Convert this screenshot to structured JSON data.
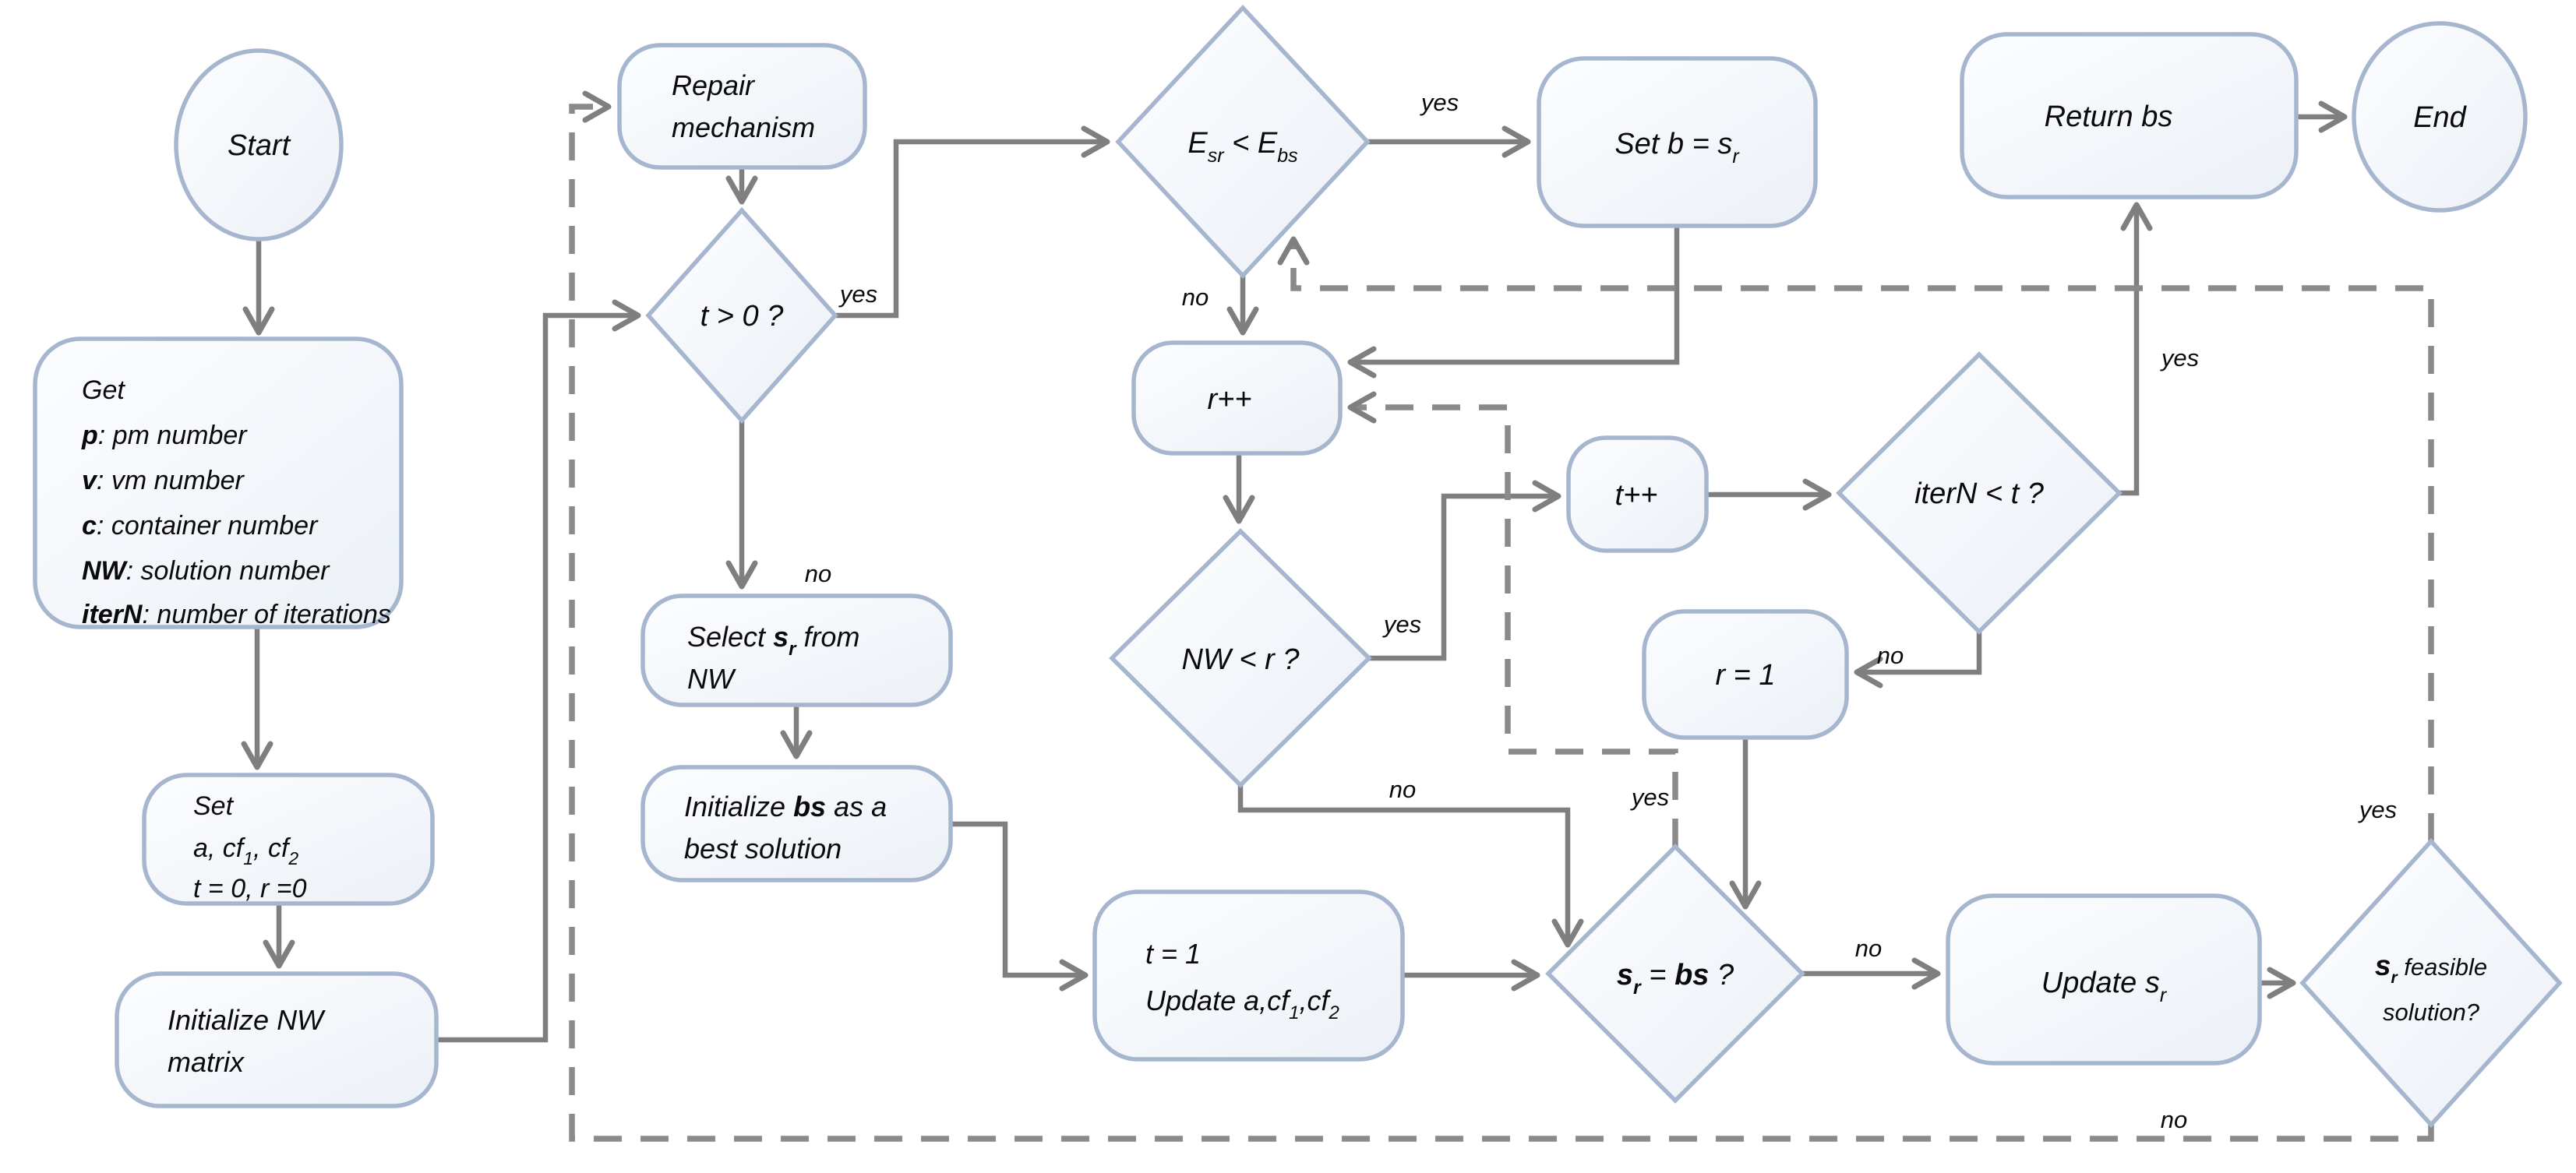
{
  "diagram_title": "Whale-optimization container placement flowchart",
  "colors": {
    "node_border": "#a6b6cf",
    "node_fill_light": "#fcfdff",
    "node_fill_shade": "#ecf1f7",
    "connector": "#7f7f7f",
    "dashed_connector": "#8a8a8a",
    "text": "#0a0a0a"
  },
  "nodes": {
    "start": {
      "label": "Start"
    },
    "get": {
      "title": "Get",
      "p": "p",
      "p_desc": ": pm number",
      "v": "v",
      "v_desc": ": vm number",
      "c": "c",
      "c_desc": ": container number",
      "nw": "NW",
      "nw_desc": ": solution number",
      "itern": "iterN",
      "itern_desc": ": number of iterations"
    },
    "set": {
      "title": "Set",
      "l2a": "a, cf",
      "l2s1": "1",
      "l2b": ", cf",
      "l2s2": "2",
      "l3": "t  = 0, r =0"
    },
    "init_nw": {
      "l1": "Initialize NW",
      "l2": "matrix"
    },
    "repair": {
      "l1": "Repair",
      "l2": "mechanism"
    },
    "t_gt_0": {
      "label": "t > 0 ?"
    },
    "select_sr": {
      "l1a": "Select ",
      "l1b": "s",
      "l1sub": "r",
      "l1c": " from",
      "l2": "NW"
    },
    "init_bs": {
      "l1a": "Initialize ",
      "l1b": "bs",
      "l1c": " as a",
      "l2": "best solution"
    },
    "t_eq_1": {
      "l1": "t = 1",
      "l2a": "Update a,cf",
      "l2s1": "1",
      "l2b": ",cf",
      "l2s2": "2"
    },
    "e_compare": {
      "a": "E",
      "asub": "sr",
      "mid": " < E",
      "bsub": "bs"
    },
    "set_b": {
      "a": "Set b = s",
      "sub": "r"
    },
    "r_pp": {
      "label": "r++"
    },
    "nw_lt_r": {
      "label": "NW < r ?"
    },
    "t_pp": {
      "label": "t++"
    },
    "itern_lt_t": {
      "label": "iterN < t ?"
    },
    "r_eq_1": {
      "label": "r = 1"
    },
    "sr_eq_bs": {
      "a": "s",
      "asub": "r",
      "mid": " = ",
      "b": "bs",
      "q": " ?"
    },
    "update_sr": {
      "a": "Update s",
      "sub": "r"
    },
    "sr_feasible": {
      "l1a": "s",
      "l1sub": "r",
      "l1b": " feasible",
      "l2": "solution?"
    },
    "return_bs": {
      "label": "Return bs"
    },
    "end": {
      "label": "End"
    }
  },
  "edge_labels": {
    "t0_yes": "yes",
    "t0_no": "no",
    "esr_yes": "yes",
    "esr_no": "no",
    "nw_yes": "yes",
    "nw_no": "no",
    "itern_yes": "yes",
    "itern_no": "no",
    "srbs_yes": "yes",
    "srbs_no": "no",
    "srf_yes": "yes",
    "srf_no": "no"
  }
}
